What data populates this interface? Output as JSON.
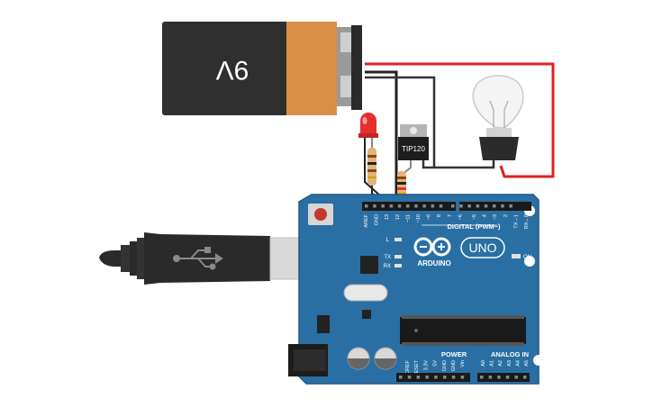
{
  "battery": {
    "label": "9V"
  },
  "transistor": {
    "label": "TIP120"
  },
  "arduino": {
    "brand": "ARDUINO",
    "model": "UNO",
    "digital_header_label": "DIGITAL (PWM~)",
    "power_label": "POWER",
    "analog_label": "ANALOG IN",
    "on_led_label": "ON",
    "l_led_label": "L",
    "tx_label": "TX",
    "rx_label": "RX",
    "digital_pins": [
      "AREF",
      "GND",
      "13",
      "12",
      "~11",
      "~10",
      "~9",
      "8",
      "7",
      "~6",
      "~5",
      "4",
      "~3",
      "2",
      "TX→1",
      "RX←0"
    ],
    "power_pins": [
      "IOREF",
      "RESET",
      "3.3V",
      "5V",
      "GND",
      "GND",
      "Vin"
    ],
    "analog_pins": [
      "A0",
      "A1",
      "A2",
      "A3",
      "A4",
      "A5"
    ]
  },
  "colors": {
    "board": "#2a6fa3",
    "board_edge": "#1e5884",
    "battery_black": "#2f2f2f",
    "battery_orange": "#d98f45",
    "wire_red": "#e02020",
    "wire_black": "#222222",
    "led_red": "#e53030"
  }
}
